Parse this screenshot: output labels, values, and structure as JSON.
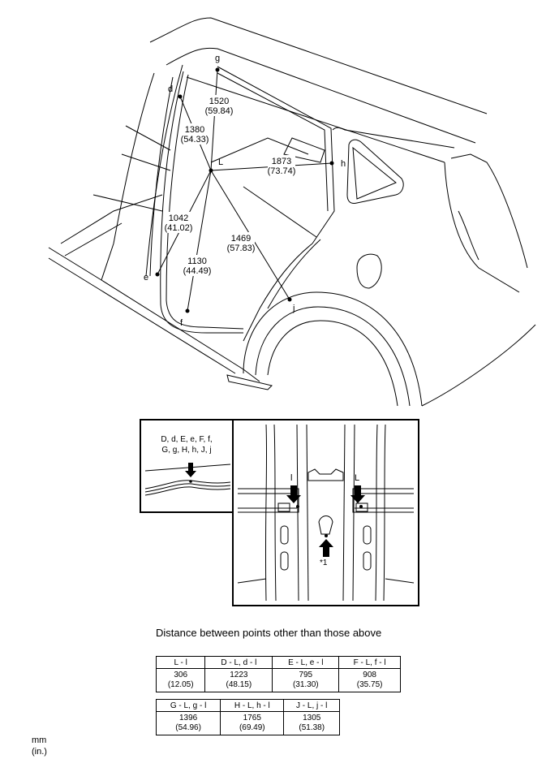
{
  "main_diagram": {
    "points": {
      "g": "g",
      "d": "d",
      "L": "L",
      "h": "h",
      "e": "e",
      "f": "f",
      "j": "j"
    },
    "dimensions": [
      {
        "id": "g_L",
        "value": "1520",
        "inch": "(59.84)"
      },
      {
        "id": "d_L",
        "value": "1380",
        "inch": "(54.33)"
      },
      {
        "id": "h_L",
        "value": "1873",
        "inch": "(73.74)"
      },
      {
        "id": "e_L",
        "value": "1042",
        "inch": "(41.02)"
      },
      {
        "id": "j_L",
        "value": "1469",
        "inch": "(57.83)"
      },
      {
        "id": "f_L",
        "value": "1130",
        "inch": "(44.49)"
      }
    ]
  },
  "detail_left": {
    "line1": "D, d, E, e, F, f,",
    "line2": "G, g, H, h, J, j"
  },
  "detail_right": {
    "label_l": "l",
    "label_L": "L",
    "footnote": "*1"
  },
  "caption": "Distance between points other than those above",
  "table1": [
    {
      "header": "L - l",
      "value": "306",
      "inch": "(12.05)"
    },
    {
      "header": "D - L, d - l",
      "value": "1223",
      "inch": "(48.15)"
    },
    {
      "header": "E - L, e - l",
      "value": "795",
      "inch": "(31.30)"
    },
    {
      "header": "F - L, f - l",
      "value": "908",
      "inch": "(35.75)"
    }
  ],
  "table2": [
    {
      "header": "G - L, g - l",
      "value": "1396",
      "inch": "(54.96)"
    },
    {
      "header": "H - L, h - l",
      "value": "1765",
      "inch": "(69.49)"
    },
    {
      "header": "J - L, j - l",
      "value": "1305",
      "inch": "(51.38)"
    }
  ],
  "units": {
    "mm": "mm",
    "in": "(in.)"
  }
}
